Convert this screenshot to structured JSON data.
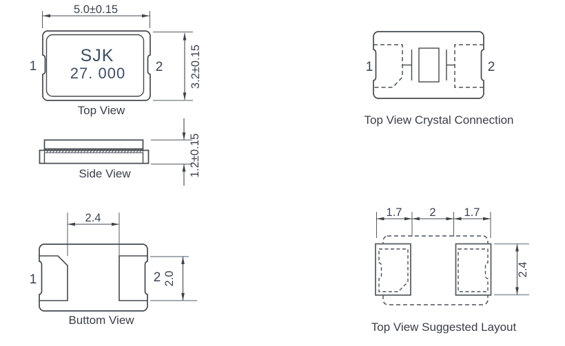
{
  "drawing": {
    "top_view": {
      "caption": "Top View",
      "marking_line1": "SJK",
      "marking_line2": "27. 000",
      "pin1": "1",
      "pin2": "2",
      "dim_width": "5.0±0.15",
      "dim_height": "3.2±0.15"
    },
    "crystal_connection": {
      "caption": "Top View Crystal Connection",
      "pin1": "1",
      "pin2": "2"
    },
    "side_view": {
      "caption": "Side View",
      "dim_thickness": "1.2±0.15"
    },
    "bottom_view": {
      "caption": "Buttom View",
      "pin1": "1",
      "pin2": "2",
      "dim_pad_gap": "2.4",
      "dim_pad_height": "2.0"
    },
    "suggested_layout": {
      "caption": "Top View Suggested Layout",
      "dim_pad_width_left": "1.7",
      "dim_center_gap": "2",
      "dim_pad_width_right": "1.7",
      "dim_pad_height": "2.4"
    },
    "colors": {
      "line": "#43484f",
      "text": "#3a4250",
      "marking_text": "#3d4d63",
      "gray_extension": "#9aa0a6",
      "background": "#ffffff"
    }
  }
}
